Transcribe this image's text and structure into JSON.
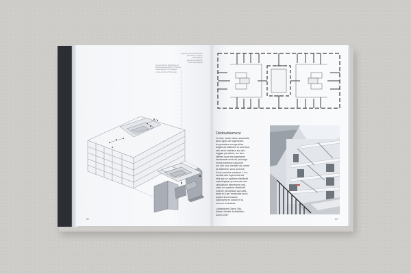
{
  "scene": {
    "background_color": "#cfcdca",
    "cover_color": "#2b2e33",
    "page_color": "#f8f9fb"
  },
  "left_page": {
    "caption_top": "Legende der axonometrischen\nDarstellung: Treppen, Laubengänge,\nErschliessungsfläche,\nWohnungseingänge",
    "caption_mid": "Axonometrische Darstellung der\nErschliessungsstruktur mit Treppen,\nLaubengängen und Zugängen\nzu den einzelnen Wohnungen",
    "page_number": "82",
    "figure": "axonometric-building-drawing"
  },
  "right_page": {
    "figure_top": "floor-plan",
    "heading": "Dédoublement",
    "body": "Ce bloc urbain dans ressemble\ndeux types de logements :\nles premiers occupent les\nangles du bâtiment et sont tour-\nnés vers l'extérieur sur des\nloggias privatives, les deu-\nxièmes sont des logements\ntraversants dont les prolonge-\nments extérieurs donnent\nsur une cour creusée au centre\ndu bâtiment, sous la forme\nd'une coursive continue. L'en-\nsemble des logements est\nrelié par un système distributif\norphologique qui associe aux\ncirculations intérieures verti-\ncales un système distributif\nexterne permettant aux habi-\ntants et à de l'immeuble de re-\njoindre les terrasses\ncollectives en toiture et la\ncour en contrebas.",
    "credit": "Lotissement Green City,\nAdrian Streich Architekten,\nZurich 2017",
    "photo": "courtyard-staircase-photo",
    "page_number": "83"
  }
}
